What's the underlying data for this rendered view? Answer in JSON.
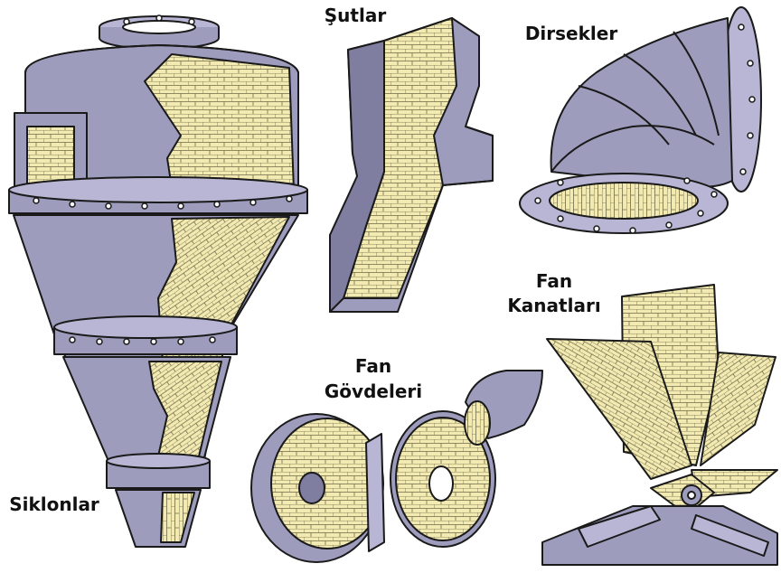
{
  "labels": {
    "siklonlar": "Siklonlar",
    "sutlar": "Şutlar",
    "dirsekler": "Dirsekler",
    "fan_kanatlari_1": "Fan",
    "fan_kanatlari_2": "Kanatları",
    "fan_govdeleri_1": "Fan",
    "fan_govdeleri_2": "Gövdeleri"
  },
  "colors": {
    "steel": "#9e9cbd",
    "steel_dark": "#7f7da0",
    "steel_light": "#b8b6d4",
    "tile": "#f3eab2",
    "tile_line": "#6e6a4a",
    "outline": "#1a1a1a"
  }
}
